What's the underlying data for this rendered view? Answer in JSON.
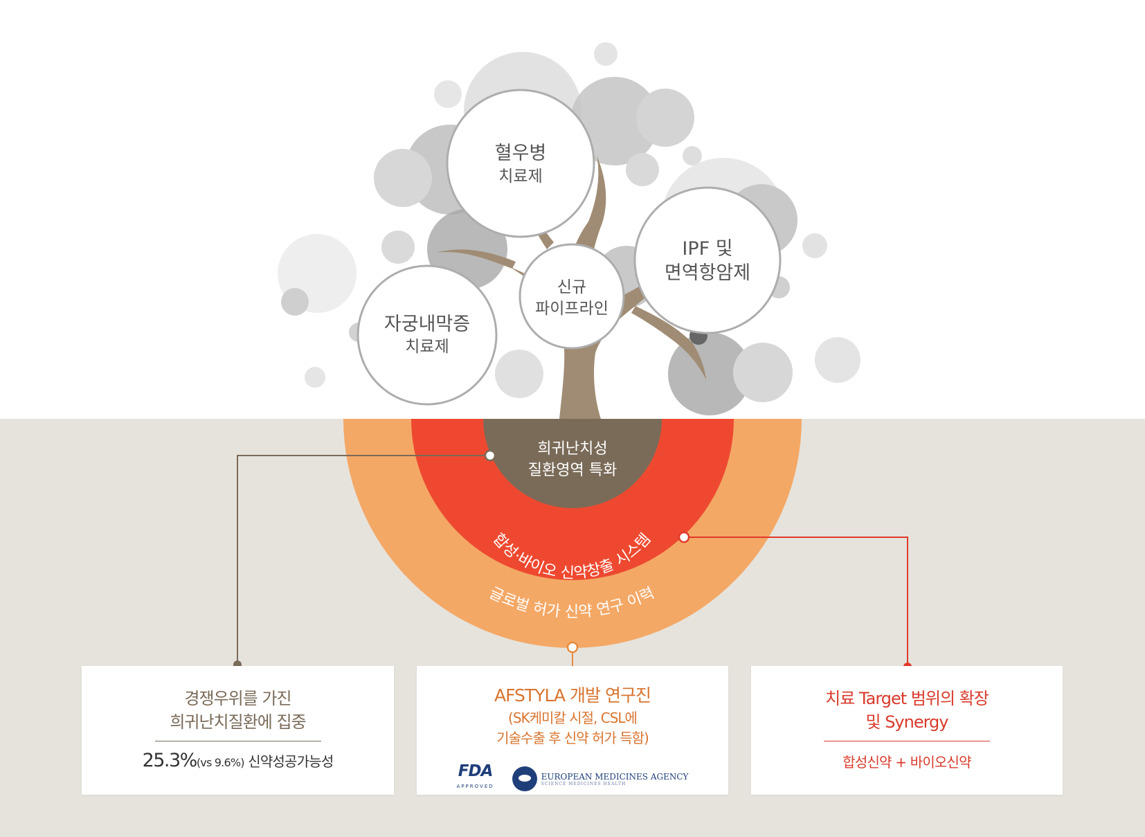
{
  "tree": {
    "circles": [
      {
        "id": "hemophilia",
        "line1": "혈우병",
        "line2": "치료제"
      },
      {
        "id": "ipf",
        "line1": "IPF 및",
        "line2": "면역항암제"
      },
      {
        "id": "new-pipeline",
        "line1": "신규",
        "line2": "파이프라인"
      },
      {
        "id": "endometriosis",
        "line1": "자궁내막증",
        "line2": "치료제"
      }
    ]
  },
  "roots": {
    "core_line1": "희귀난치성",
    "core_line2": "질환영역 특화",
    "middle_ring": "합성·바이오 신약창출 시스템",
    "outer_ring": "글로벌 허가 신약 연구 이력"
  },
  "cards": {
    "left": {
      "title1": "경쟁우위를 가진",
      "title2": "희귀난치질환에 집중",
      "stat_big": "25.3%",
      "stat_small": "(vs 9.6%)",
      "stat_label": " 신약성공가능성"
    },
    "middle": {
      "title": "AFSTYLA 개발 연구진",
      "sub1": "(SK케미칼 시절, CSL에",
      "sub2": "기술수출 후 신약 허가 득함)",
      "fda_logo": "FDA",
      "fda_approved": "APPROVED",
      "ema_name": "EUROPEAN MEDICINES AGENCY",
      "ema_tagline": "SCIENCE  MEDICINES  HEALTH"
    },
    "right": {
      "title1": "치료 Target 범위의 확장",
      "title2": "및 Synergy",
      "sub": "합성신약 + 바이오신약"
    }
  },
  "colors": {
    "ground": "#e6e3dc",
    "trunk": "#a08c74",
    "core": "#7a6b58",
    "middle_ring": "#ee4930",
    "outer_ring": "#f4a866",
    "left_accent": "#7a6a58",
    "mid_accent": "#e88a3c",
    "right_accent": "#e0392a"
  }
}
